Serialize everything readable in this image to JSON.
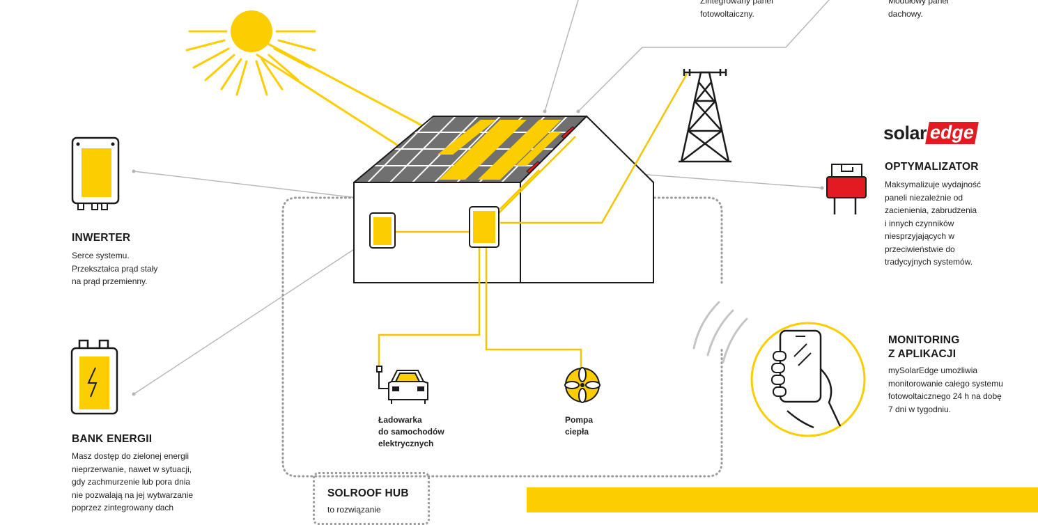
{
  "top_callouts": {
    "integrated_panel": "Zintegrowany panel\nfotowoltaiczny.",
    "modular_panel": "Modułowy panel\ndachowy."
  },
  "brand": {
    "part1": "solar",
    "part2": "edge"
  },
  "inverter": {
    "title": "INWERTER",
    "text": "Serce systemu.\nPrzekształca prąd stały\nna prąd przemienny."
  },
  "battery": {
    "title": "BANK ENERGII",
    "text": "Masz dostęp do zielonej energii\nnieprzerwanie, nawet w sytuacji,\ngdy zachmurzenie lub pora dnia\nnie pozwalają na jej wytwarzanie\npoprzez zintegrowany dach"
  },
  "optimizer": {
    "title": "OPTYMALIZATOR",
    "text": "Maksymalizuje wydajność\npaneli niezależnie od\nzacienienia, zabrudzenia\ni innych czynników\nniesprzyjających w\nprzeciwieństwie do\ntradycyjnych systemów."
  },
  "monitoring": {
    "title_line1": "MONITORING",
    "title_line2": "Z APLIKACJI",
    "text": "mySolarEdge umożliwia\nmonitorowanie całego systemu\nfotowoltaicznego 24 h na dobę\n7 dni w tygodniu."
  },
  "ev_charger": {
    "label": "Ładowarka\ndo samochodów\nelektrycznych"
  },
  "heat_pump": {
    "label": "Pompa\nciepła"
  },
  "hub": {
    "title": "SOLROOF HUB",
    "text": "to rozwiązanie"
  },
  "colors": {
    "accent_yellow": "#fccd00",
    "line_yellow": "#f5c400",
    "optimizer_red": "#e21b22",
    "roof_gray": "#707070",
    "outline": "#1a1a1a",
    "leader_gray": "#b5b5b5"
  }
}
